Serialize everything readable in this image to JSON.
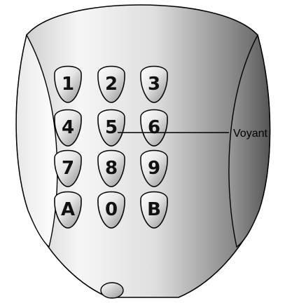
{
  "keypad": {
    "keys": [
      {
        "label": "1"
      },
      {
        "label": "2"
      },
      {
        "label": "3"
      },
      {
        "label": "4"
      },
      {
        "label": "5"
      },
      {
        "label": "6"
      },
      {
        "label": "7"
      },
      {
        "label": "8"
      },
      {
        "label": "9"
      },
      {
        "label": "A"
      },
      {
        "label": "0"
      },
      {
        "label": "B"
      }
    ]
  },
  "callout": {
    "label": "Voyant"
  },
  "colors": {
    "outline": "#000000",
    "body_light": "#f4f4f4",
    "body_dark": "#6e6e6e",
    "key_light": "#fafafa",
    "key_dark": "#8a8a8a"
  }
}
